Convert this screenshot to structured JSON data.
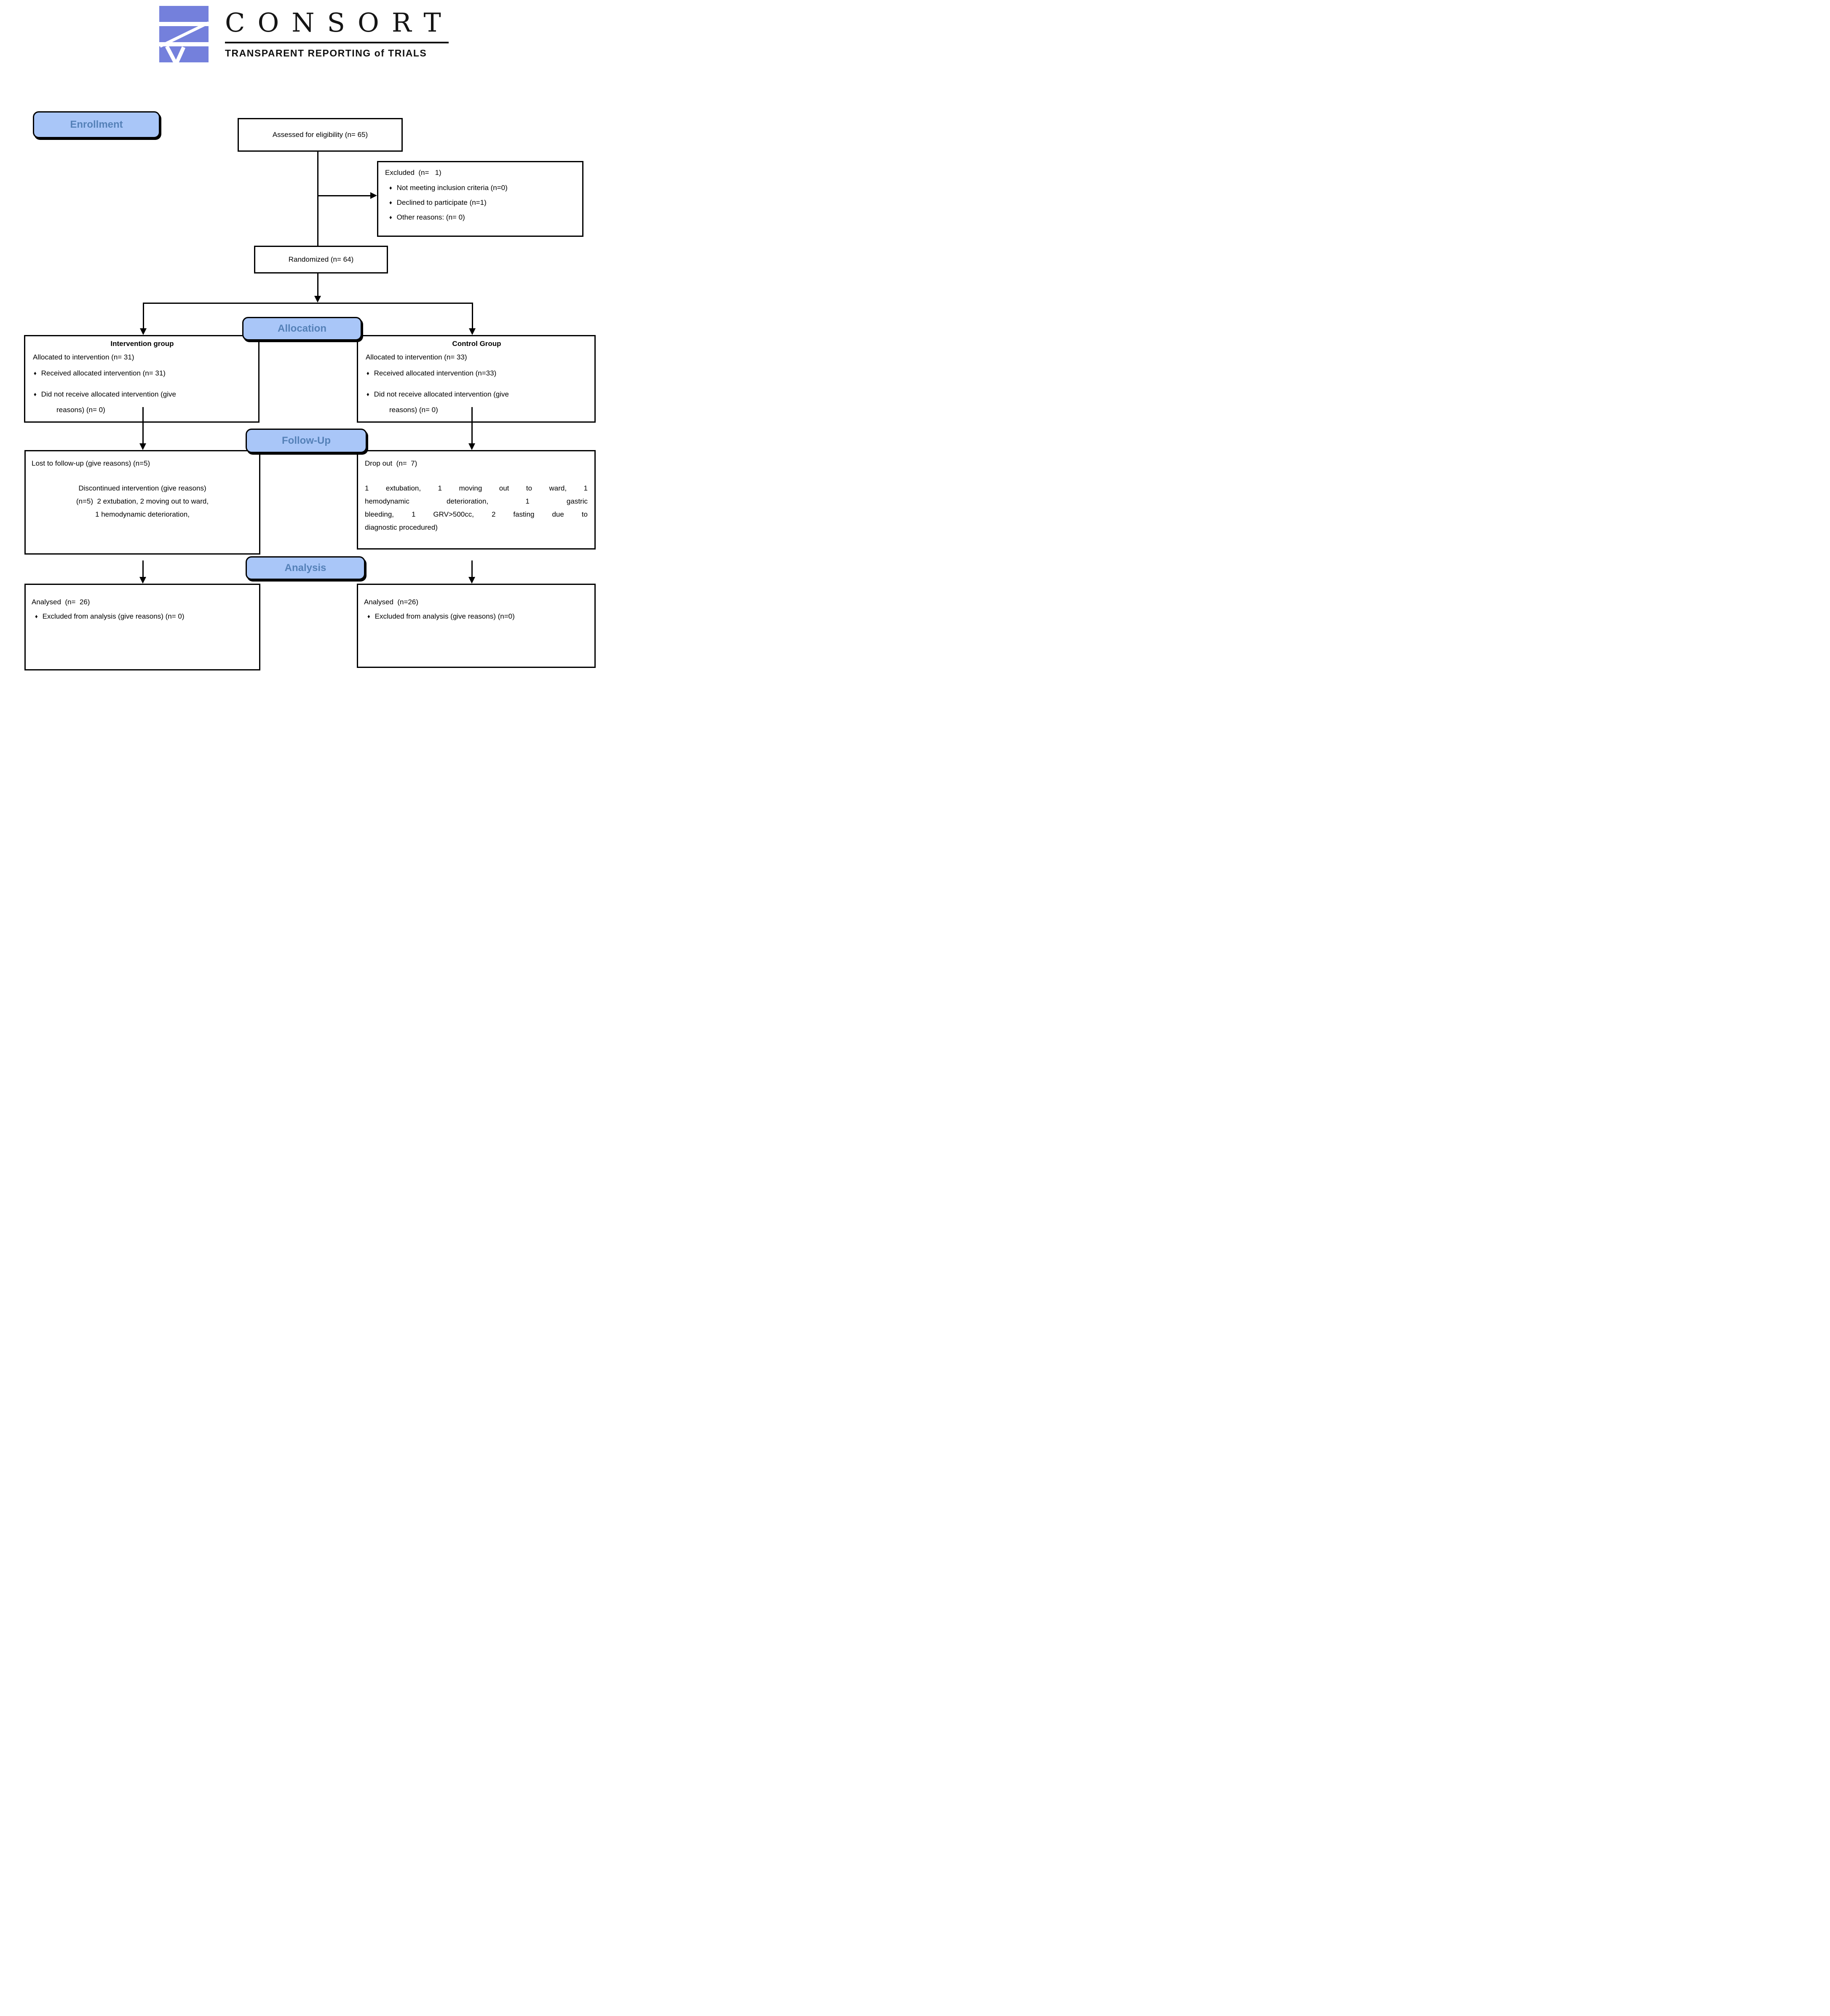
{
  "logo": {
    "title": "CONSORT",
    "subtitle": "TRANSPARENT REPORTING of TRIALS"
  },
  "colors": {
    "label_fill": "#a9c6f8",
    "label_text": "#5581b8",
    "logo_blue": "#7480dc"
  },
  "bullet_glyph": "♦",
  "stage_labels": {
    "enrollment": "Enrollment",
    "allocation": "Allocation",
    "followup": "Follow-Up",
    "analysis": "Analysis"
  },
  "boxes": {
    "assessed": {
      "text": "Assessed for eligibility (n= 65)"
    },
    "excluded": {
      "title": "Excluded  (n=   1)",
      "bullets": [
        "Not meeting inclusion criteria (n=0)",
        "Declined to participate (n=1)",
        "Other reasons: (n= 0)"
      ]
    },
    "randomized": {
      "text": "Randomized (n= 64)"
    },
    "intervention": {
      "title": "Intervention group",
      "line": "Allocated to intervention (n= 31)",
      "bullet1": "Received allocated intervention (n= 31)",
      "bullet2": "Did not receive allocated intervention (give",
      "bullet2_wrap": "reasons) (n= 0)"
    },
    "control": {
      "title": "Control Group",
      "line": "Allocated to intervention (n= 33)",
      "bullet1": "Received allocated intervention (n=33)",
      "bullet2": "Did not receive allocated intervention (give",
      "bullet2_wrap": "reasons) (n= 0)"
    },
    "lost": {
      "line1": "Lost to follow-up (give reasons) (n=5)",
      "center_lines": [
        "Discontinued intervention (give reasons)",
        "(n=5)  2 extubation, 2 moving out to ward,",
        "1 hemodynamic deterioration,"
      ]
    },
    "dropout": {
      "line1": "Drop out  (n=  7)",
      "just_lines": [
        "1 extubation, 1 moving out to ward, 1",
        "hemodynamic deterioration, 1 gastric",
        "bleeding, 1 GRV>500cc, 2 fasting due to",
        "diagnostic procedured)"
      ]
    },
    "analysed_left": {
      "line1": "Analysed  (n=  26)",
      "bullet": "Excluded from analysis (give reasons) (n= 0)"
    },
    "analysed_right": {
      "line1": "Analysed  (n=26)",
      "bullet": "Excluded from analysis (give reasons) (n=0)"
    }
  }
}
